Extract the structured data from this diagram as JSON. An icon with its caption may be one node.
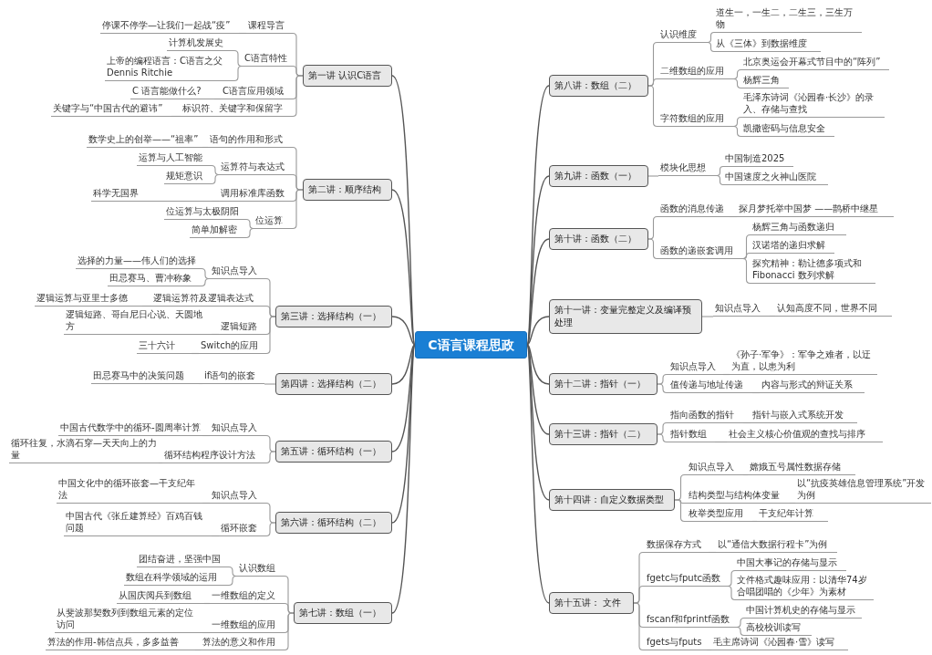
{
  "diagram": {
    "nodes": [
      {
        "text": [
          "C语言课程思政"
        ]
      },
      {
        "text": [
          "第一讲 认识C语言"
        ]
      },
      {
        "text": [
          "课程导言"
        ]
      },
      {
        "text": [
          "停课不停学—让我们一起战“疫”"
        ]
      },
      {
        "text": [
          "C语言特性"
        ]
      },
      {
        "text": [
          "计算机发展史"
        ]
      },
      {
        "text": [
          "上帝的编程语言：C语言之父 Dennis Ritchie"
        ]
      },
      {
        "text": [
          "C语言应用领域"
        ]
      },
      {
        "text": [
          "C 语言能做什么?"
        ]
      },
      {
        "text": [
          "标识符、关键字和保留字"
        ]
      },
      {
        "text": [
          "关键字与“中国古代的避讳”"
        ]
      },
      {
        "text": [
          "第二讲：顺序结构"
        ]
      },
      {
        "text": [
          "语句的作用和形式"
        ]
      },
      {
        "text": [
          "数学史上的创举——“祖率”"
        ]
      },
      {
        "text": [
          "运算符与表达式"
        ]
      },
      {
        "text": [
          "运算与人工智能"
        ]
      },
      {
        "text": [
          "规矩意识"
        ]
      },
      {
        "text": [
          "调用标准库函数"
        ]
      },
      {
        "text": [
          "科学无国界"
        ]
      },
      {
        "text": [
          "位运算"
        ]
      },
      {
        "text": [
          "位运算与太极阴阳"
        ]
      },
      {
        "text": [
          "简单加解密"
        ]
      },
      {
        "text": [
          "第三讲：选择结构（一）"
        ]
      },
      {
        "text": [
          "知识点导入"
        ]
      },
      {
        "text": [
          "选择的力量——伟人们的选择"
        ]
      },
      {
        "text": [
          "田忌赛马、曹冲称象"
        ]
      },
      {
        "text": [
          "逻辑运算符及逻辑表达式"
        ]
      },
      {
        "text": [
          "逻辑运算与亚里士多德"
        ]
      },
      {
        "text": [
          "逻辑短路"
        ]
      },
      {
        "text": [
          "逻辑短路、哥白尼日心说、天圆地方"
        ]
      },
      {
        "text": [
          "Switch的应用"
        ]
      },
      {
        "text": [
          "三十六计"
        ]
      },
      {
        "text": [
          "第四讲：选择结构（二）"
        ]
      },
      {
        "text": [
          "if语句的嵌套"
        ]
      },
      {
        "text": [
          "田忌赛马中的决策问题"
        ]
      },
      {
        "text": [
          "第五讲：循环结构（一）"
        ]
      },
      {
        "text": [
          "知识点导入"
        ]
      },
      {
        "text": [
          "中国古代数学中的循环-圆周率计算"
        ]
      },
      {
        "text": [
          "循环结构程序设计方法"
        ]
      },
      {
        "text": [
          "循环往复，水滴石穿—天天向上的力量"
        ]
      },
      {
        "text": [
          "第六讲：循环结构（二）"
        ]
      },
      {
        "text": [
          "知识点导入"
        ]
      },
      {
        "text": [
          "中国文化中的循环嵌套—干支纪年法"
        ]
      },
      {
        "text": [
          "循环嵌套"
        ]
      },
      {
        "text": [
          "中国古代《张丘建算经》百鸡百钱问题"
        ]
      },
      {
        "text": [
          "第七讲：数组（一）"
        ]
      },
      {
        "text": [
          "认识数组"
        ]
      },
      {
        "text": [
          "团结奋进，坚强中国"
        ]
      },
      {
        "text": [
          "数组在科学领域的运用"
        ]
      },
      {
        "text": [
          "一维数组的定义"
        ]
      },
      {
        "text": [
          "从国庆阅兵到数组"
        ]
      },
      {
        "text": [
          "一维数组的应用"
        ]
      },
      {
        "text": [
          "从斐波那契数列到数组元素的定位访问"
        ]
      },
      {
        "text": [
          "算法的意义和作用"
        ]
      },
      {
        "text": [
          "算法的作用-韩信点兵，多多益善"
        ]
      },
      {
        "text": [
          "第八讲：数组（二）"
        ]
      },
      {
        "text": [
          "认识维度"
        ]
      },
      {
        "text": [
          "道生一，一生二，二生三，三生万物"
        ]
      },
      {
        "text": [
          "从《三体》到数据维度"
        ]
      },
      {
        "text": [
          "二维数组的应用"
        ]
      },
      {
        "text": [
          "北京奥运会开幕式节目中的“阵列”"
        ]
      },
      {
        "text": [
          "杨辉三角"
        ]
      },
      {
        "text": [
          "字符数组的应用"
        ]
      },
      {
        "text": [
          "毛泽东诗词《沁园春·长沙》的录入、存储与查找"
        ]
      },
      {
        "text": [
          "凯撒密码与信息安全"
        ]
      },
      {
        "text": [
          "第九讲：函数（一）"
        ]
      },
      {
        "text": [
          "模块化思想"
        ]
      },
      {
        "text": [
          "中国制造2025"
        ]
      },
      {
        "text": [
          "中国速度之火神山医院"
        ]
      },
      {
        "text": [
          "第十讲：函数（二）"
        ]
      },
      {
        "text": [
          "函数的消息传递"
        ]
      },
      {
        "text": [
          "探月梦托举中国梦 ——鹊桥中继星"
        ]
      },
      {
        "text": [
          "函数的递嵌套调用"
        ]
      },
      {
        "text": [
          "杨辉三角与函数递归"
        ]
      },
      {
        "text": [
          "汉诺塔的递归求解"
        ]
      },
      {
        "text": [
          "探究精神：勒让德多项式和 Fibonacci 数列求解"
        ]
      },
      {
        "text": [
          "第十一讲：变量完整定义及编译预处理"
        ]
      },
      {
        "text": [
          "知识点导入"
        ]
      },
      {
        "text": [
          "认知高度不同，世界不同"
        ]
      },
      {
        "text": [
          "第十二讲：指针（一）"
        ]
      },
      {
        "text": [
          "知识点导入"
        ]
      },
      {
        "text": [
          "《孙子·军争》：军争之难者，以迂为直，以患为利"
        ]
      },
      {
        "text": [
          "值传递与地址传递"
        ]
      },
      {
        "text": [
          "内容与形式的辩证关系"
        ]
      },
      {
        "text": [
          "第十三讲：指针（二）"
        ]
      },
      {
        "text": [
          "指向函数的指针"
        ]
      },
      {
        "text": [
          "指针与嵌入式系统开发"
        ]
      },
      {
        "text": [
          "指针数组"
        ]
      },
      {
        "text": [
          "社会主义核心价值观的查找与排序"
        ]
      },
      {
        "text": [
          "第十四讲：自定义数据类型"
        ]
      },
      {
        "text": [
          "知识点导入"
        ]
      },
      {
        "text": [
          "嫦娥五号属性数据存储"
        ]
      },
      {
        "text": [
          "结构类型与结构体变量"
        ]
      },
      {
        "text": [
          "以“抗疫英雄信息管理系统”开发为例"
        ]
      },
      {
        "text": [
          "枚举类型应用"
        ]
      },
      {
        "text": [
          "干支纪年计算"
        ]
      },
      {
        "text": [
          "第十五讲： 文件"
        ]
      },
      {
        "text": [
          "数据保存方式"
        ]
      },
      {
        "text": [
          "以“通信大数据行程卡”为例"
        ]
      },
      {
        "text": [
          "fgetc与fputc函数"
        ]
      },
      {
        "text": [
          "中国大事记的存储与显示"
        ]
      },
      {
        "text": [
          "文件格式趣味应用：以清华74岁合唱团唱的《少年》为素材"
        ]
      },
      {
        "text": [
          "fscanf和fprintf函数"
        ]
      },
      {
        "text": [
          "中国计算机史的存储与显示"
        ]
      },
      {
        "text": [
          "高校校训读写"
        ]
      },
      {
        "text": [
          "fgets与fputs"
        ]
      },
      {
        "text": [
          "毛主席诗词《沁园春·雪》读写"
        ]
      }
    ],
    "edges": [
      {
        "from": 0,
        "to": 1,
        "arrow": "none"
      },
      {
        "from": 0,
        "to": 11,
        "arrow": "none"
      },
      {
        "from": 0,
        "to": 22,
        "arrow": "none"
      },
      {
        "from": 0,
        "to": 32,
        "arrow": "none"
      },
      {
        "from": 0,
        "to": 35,
        "arrow": "none"
      },
      {
        "from": 0,
        "to": 40,
        "arrow": "none"
      },
      {
        "from": 0,
        "to": 45,
        "arrow": "none"
      },
      {
        "from": 0,
        "to": 55,
        "arrow": "none"
      },
      {
        "from": 0,
        "to": 65,
        "arrow": "none"
      },
      {
        "from": 0,
        "to": 69,
        "arrow": "none"
      },
      {
        "from": 0,
        "to": 76,
        "arrow": "none"
      },
      {
        "from": 0,
        "to": 79,
        "arrow": "none"
      },
      {
        "from": 0,
        "to": 84,
        "arrow": "none"
      },
      {
        "from": 0,
        "to": 89,
        "arrow": "none"
      },
      {
        "from": 0,
        "to": 96,
        "arrow": "none"
      },
      {
        "from": 1,
        "to": 2,
        "arrow": "none"
      },
      {
        "from": 2,
        "to": 3,
        "arrow": "none"
      },
      {
        "from": 1,
        "to": 4,
        "arrow": "none"
      },
      {
        "from": 4,
        "to": 5,
        "arrow": "none"
      },
      {
        "from": 4,
        "to": 6,
        "arrow": "none"
      },
      {
        "from": 1,
        "to": 7,
        "arrow": "none"
      },
      {
        "from": 7,
        "to": 8,
        "arrow": "none"
      },
      {
        "from": 1,
        "to": 9,
        "arrow": "none"
      },
      {
        "from": 9,
        "to": 10,
        "arrow": "none"
      },
      {
        "from": 11,
        "to": 12,
        "arrow": "none"
      },
      {
        "from": 12,
        "to": 13,
        "arrow": "none"
      },
      {
        "from": 11,
        "to": 14,
        "arrow": "none"
      },
      {
        "from": 14,
        "to": 15,
        "arrow": "none"
      },
      {
        "from": 14,
        "to": 16,
        "arrow": "none"
      },
      {
        "from": 11,
        "to": 17,
        "arrow": "none"
      },
      {
        "from": 17,
        "to": 18,
        "arrow": "none"
      },
      {
        "from": 11,
        "to": 19,
        "arrow": "none"
      },
      {
        "from": 19,
        "to": 20,
        "arrow": "none"
      },
      {
        "from": 19,
        "to": 21,
        "arrow": "none"
      },
      {
        "from": 22,
        "to": 23,
        "arrow": "none"
      },
      {
        "from": 23,
        "to": 24,
        "arrow": "none"
      },
      {
        "from": 23,
        "to": 25,
        "arrow": "none"
      },
      {
        "from": 22,
        "to": 26,
        "arrow": "none"
      },
      {
        "from": 26,
        "to": 27,
        "arrow": "none"
      },
      {
        "from": 22,
        "to": 28,
        "arrow": "none"
      },
      {
        "from": 28,
        "to": 29,
        "arrow": "none"
      },
      {
        "from": 22,
        "to": 30,
        "arrow": "none"
      },
      {
        "from": 30,
        "to": 31,
        "arrow": "none"
      },
      {
        "from": 32,
        "to": 33,
        "arrow": "none"
      },
      {
        "from": 33,
        "to": 34,
        "arrow": "none"
      },
      {
        "from": 35,
        "to": 36,
        "arrow": "none"
      },
      {
        "from": 36,
        "to": 37,
        "arrow": "none"
      },
      {
        "from": 35,
        "to": 38,
        "arrow": "none"
      },
      {
        "from": 38,
        "to": 39,
        "arrow": "none"
      },
      {
        "from": 40,
        "to": 41,
        "arrow": "none"
      },
      {
        "from": 41,
        "to": 42,
        "arrow": "none"
      },
      {
        "from": 40,
        "to": 43,
        "arrow": "none"
      },
      {
        "from": 43,
        "to": 44,
        "arrow": "none"
      },
      {
        "from": 45,
        "to": 46,
        "arrow": "none"
      },
      {
        "from": 46,
        "to": 47,
        "arrow": "none"
      },
      {
        "from": 46,
        "to": 48,
        "arrow": "none"
      },
      {
        "from": 45,
        "to": 49,
        "arrow": "none"
      },
      {
        "from": 49,
        "to": 50,
        "arrow": "none"
      },
      {
        "from": 45,
        "to": 51,
        "arrow": "none"
      },
      {
        "from": 51,
        "to": 52,
        "arrow": "none"
      },
      {
        "from": 45,
        "to": 53,
        "arrow": "none"
      },
      {
        "from": 53,
        "to": 54,
        "arrow": "none"
      },
      {
        "from": 55,
        "to": 56,
        "arrow": "none"
      },
      {
        "from": 56,
        "to": 57,
        "arrow": "none"
      },
      {
        "from": 56,
        "to": 58,
        "arrow": "none"
      },
      {
        "from": 55,
        "to": 59,
        "arrow": "none"
      },
      {
        "from": 59,
        "to": 60,
        "arrow": "none"
      },
      {
        "from": 59,
        "to": 61,
        "arrow": "none"
      },
      {
        "from": 55,
        "to": 62,
        "arrow": "none"
      },
      {
        "from": 62,
        "to": 63,
        "arrow": "none"
      },
      {
        "from": 62,
        "to": 64,
        "arrow": "none"
      },
      {
        "from": 65,
        "to": 66,
        "arrow": "none"
      },
      {
        "from": 66,
        "to": 67,
        "arrow": "none"
      },
      {
        "from": 66,
        "to": 68,
        "arrow": "none"
      },
      {
        "from": 69,
        "to": 70,
        "arrow": "none"
      },
      {
        "from": 70,
        "to": 71,
        "arrow": "none"
      },
      {
        "from": 69,
        "to": 72,
        "arrow": "none"
      },
      {
        "from": 72,
        "to": 73,
        "arrow": "none"
      },
      {
        "from": 72,
        "to": 74,
        "arrow": "none"
      },
      {
        "from": 72,
        "to": 75,
        "arrow": "none"
      },
      {
        "from": 76,
        "to": 77,
        "arrow": "none"
      },
      {
        "from": 77,
        "to": 78,
        "arrow": "none"
      },
      {
        "from": 79,
        "to": 80,
        "arrow": "none"
      },
      {
        "from": 80,
        "to": 81,
        "arrow": "none"
      },
      {
        "from": 79,
        "to": 82,
        "arrow": "none"
      },
      {
        "from": 82,
        "to": 83,
        "arrow": "none"
      },
      {
        "from": 84,
        "to": 85,
        "arrow": "none"
      },
      {
        "from": 85,
        "to": 86,
        "arrow": "none"
      },
      {
        "from": 84,
        "to": 87,
        "arrow": "none"
      },
      {
        "from": 87,
        "to": 88,
        "arrow": "none"
      },
      {
        "from": 89,
        "to": 90,
        "arrow": "none"
      },
      {
        "from": 90,
        "to": 91,
        "arrow": "none"
      },
      {
        "from": 89,
        "to": 92,
        "arrow": "none"
      },
      {
        "from": 92,
        "to": 93,
        "arrow": "none"
      },
      {
        "from": 89,
        "to": 94,
        "arrow": "none"
      },
      {
        "from": 94,
        "to": 95,
        "arrow": "none"
      },
      {
        "from": 96,
        "to": 97,
        "arrow": "none"
      },
      {
        "from": 97,
        "to": 98,
        "arrow": "none"
      },
      {
        "from": 96,
        "to": 99,
        "arrow": "none"
      },
      {
        "from": 99,
        "to": 100,
        "arrow": "none"
      },
      {
        "from": 99,
        "to": 101,
        "arrow": "none"
      },
      {
        "from": 96,
        "to": 102,
        "arrow": "none"
      },
      {
        "from": 102,
        "to": 103,
        "arrow": "none"
      },
      {
        "from": 102,
        "to": 104,
        "arrow": "none"
      },
      {
        "from": 96,
        "to": 105,
        "arrow": "none"
      },
      {
        "from": 105,
        "to": 106,
        "arrow": "none"
      }
    ]
  }
}
